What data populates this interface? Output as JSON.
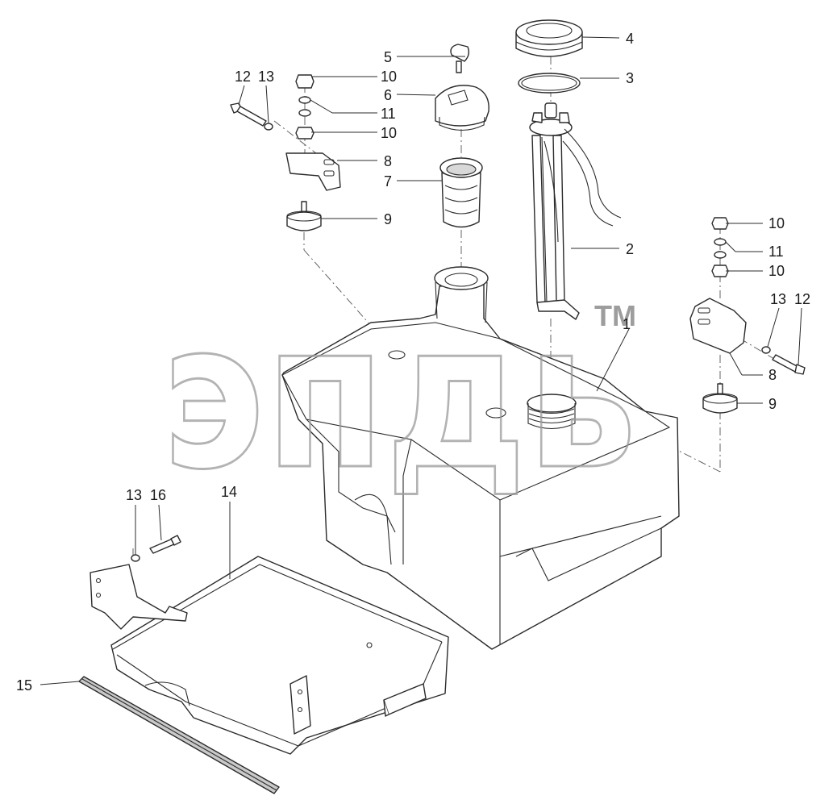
{
  "watermark": {
    "text": "эпдь",
    "mark": "TM"
  },
  "callouts": [
    {
      "id": "c1",
      "text": "1"
    },
    {
      "id": "c2",
      "text": "2"
    },
    {
      "id": "c3",
      "text": "3"
    },
    {
      "id": "c4",
      "text": "4"
    },
    {
      "id": "c5",
      "text": "5"
    },
    {
      "id": "c6",
      "text": "6"
    },
    {
      "id": "c7",
      "text": "7"
    },
    {
      "id": "c8a",
      "text": "8"
    },
    {
      "id": "c8b",
      "text": "8"
    },
    {
      "id": "c9a",
      "text": "9"
    },
    {
      "id": "c9b",
      "text": "9"
    },
    {
      "id": "c10a",
      "text": "10"
    },
    {
      "id": "c10b",
      "text": "10"
    },
    {
      "id": "c10c",
      "text": "10"
    },
    {
      "id": "c10d",
      "text": "10"
    },
    {
      "id": "c11a",
      "text": "11"
    },
    {
      "id": "c11b",
      "text": "11"
    },
    {
      "id": "c12a",
      "text": "12"
    },
    {
      "id": "c12b",
      "text": "12"
    },
    {
      "id": "c13a",
      "text": "13"
    },
    {
      "id": "c13b",
      "text": "13"
    },
    {
      "id": "c13c",
      "text": "13"
    },
    {
      "id": "c14",
      "text": "14"
    },
    {
      "id": "c15",
      "text": "15"
    },
    {
      "id": "c16",
      "text": "16"
    }
  ]
}
